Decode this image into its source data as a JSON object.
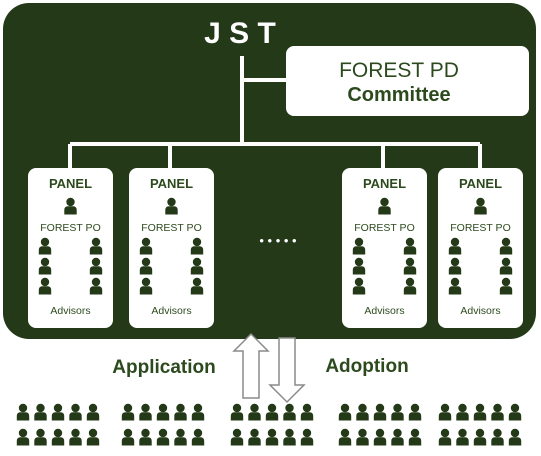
{
  "colors": {
    "dark_green": "#233918",
    "white": "#ffffff",
    "text_green": "#2d4a1e",
    "arrow_outline": "#8a8a8a"
  },
  "header": {
    "org": "J S T"
  },
  "committee": {
    "line1": "FOREST PD",
    "line2": "Committee"
  },
  "panels": [
    {
      "title": "PANEL",
      "po_label": "FOREST PO",
      "advisors_label": "Advisors"
    },
    {
      "title": "PANEL",
      "po_label": "FOREST PO",
      "advisors_label": "Advisors"
    },
    {
      "title": "PANEL",
      "po_label": "FOREST PO",
      "advisors_label": "Advisors"
    },
    {
      "title": "PANEL",
      "po_label": "FOREST PO",
      "advisors_label": "Advisors"
    }
  ],
  "ellipsis": "• • • • •",
  "flow": {
    "application": "Application",
    "adoption": "Adoption"
  },
  "icons": {
    "person": "person-icon",
    "arrow_up": "arrow-up-icon",
    "arrow_down": "arrow-down-icon"
  }
}
